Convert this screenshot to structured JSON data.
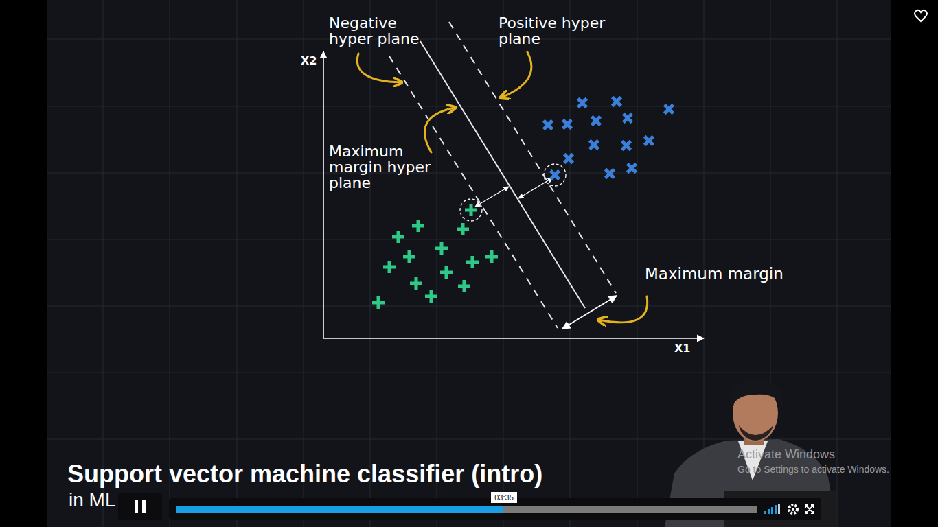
{
  "diagram": {
    "title": "Support vector machine classifier (intro)",
    "labels": [
      "Negative hyper plane",
      "Positive hyper plane",
      "X2",
      "Maximum margin hyper plane",
      "Maximum margin",
      "X1",
      "in ML",
      "03:35",
      "Activate Windows",
      "Go to Settings to activate Windows."
    ]
  }
}
